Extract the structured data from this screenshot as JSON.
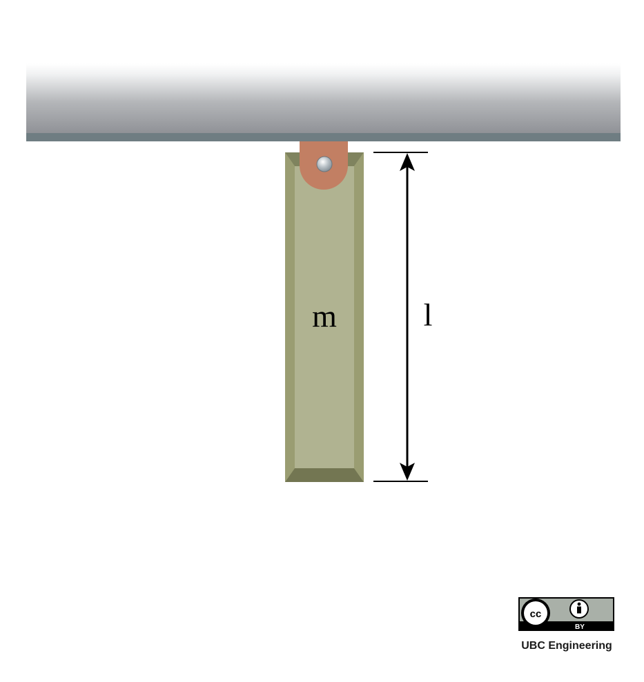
{
  "diagram": {
    "mass_label": "m",
    "length_label": "l"
  },
  "license": {
    "cc_text": "cc",
    "by_text": "BY",
    "credit": "UBC Engineering"
  },
  "colors": {
    "ceiling_top": "#ffffff",
    "ceiling_bottom": "#8f9196",
    "ceiling_edge": "#6f7d82",
    "bar_face": "#b0b391",
    "bar_bevel_side": "#9a9d72",
    "bar_bevel_top": "#7f835e",
    "bar_bevel_bottom": "#737652",
    "hanger": "#c27f63",
    "pin": "#aeb6bc",
    "badge_bg": "#a9b0a8"
  }
}
